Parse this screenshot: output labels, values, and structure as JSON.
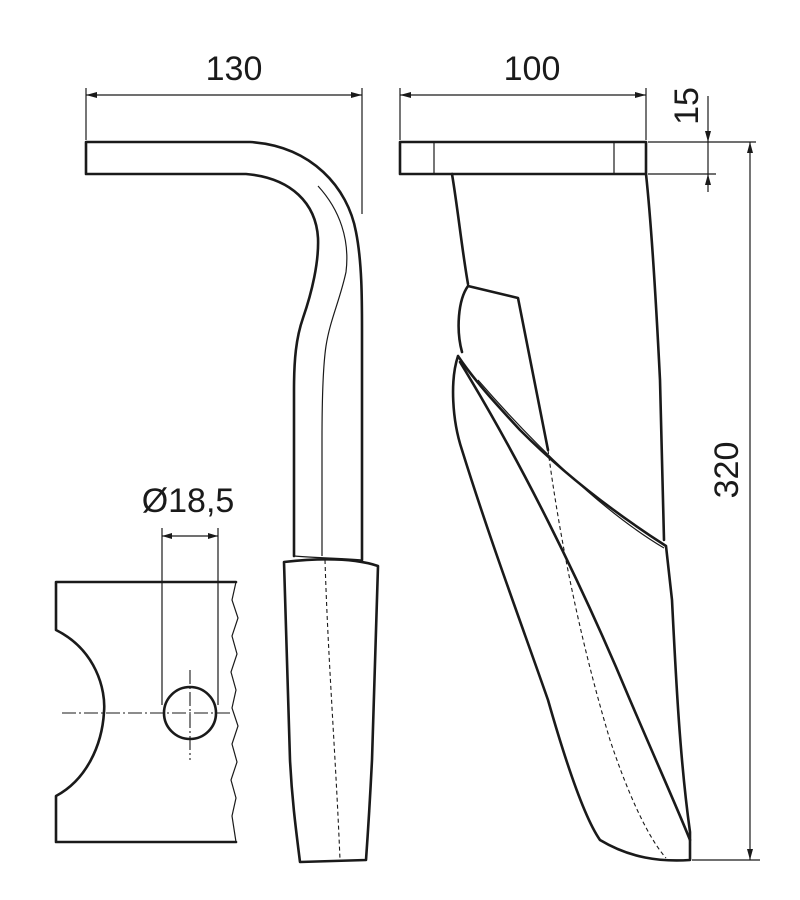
{
  "dimensions": {
    "side_view_width": "130",
    "front_view_width": "100",
    "plate_thickness": "15",
    "total_height": "320",
    "hole_diameter": "Ø18,5"
  },
  "colors": {
    "line": "#1a1a1a",
    "background": "#ffffff"
  }
}
